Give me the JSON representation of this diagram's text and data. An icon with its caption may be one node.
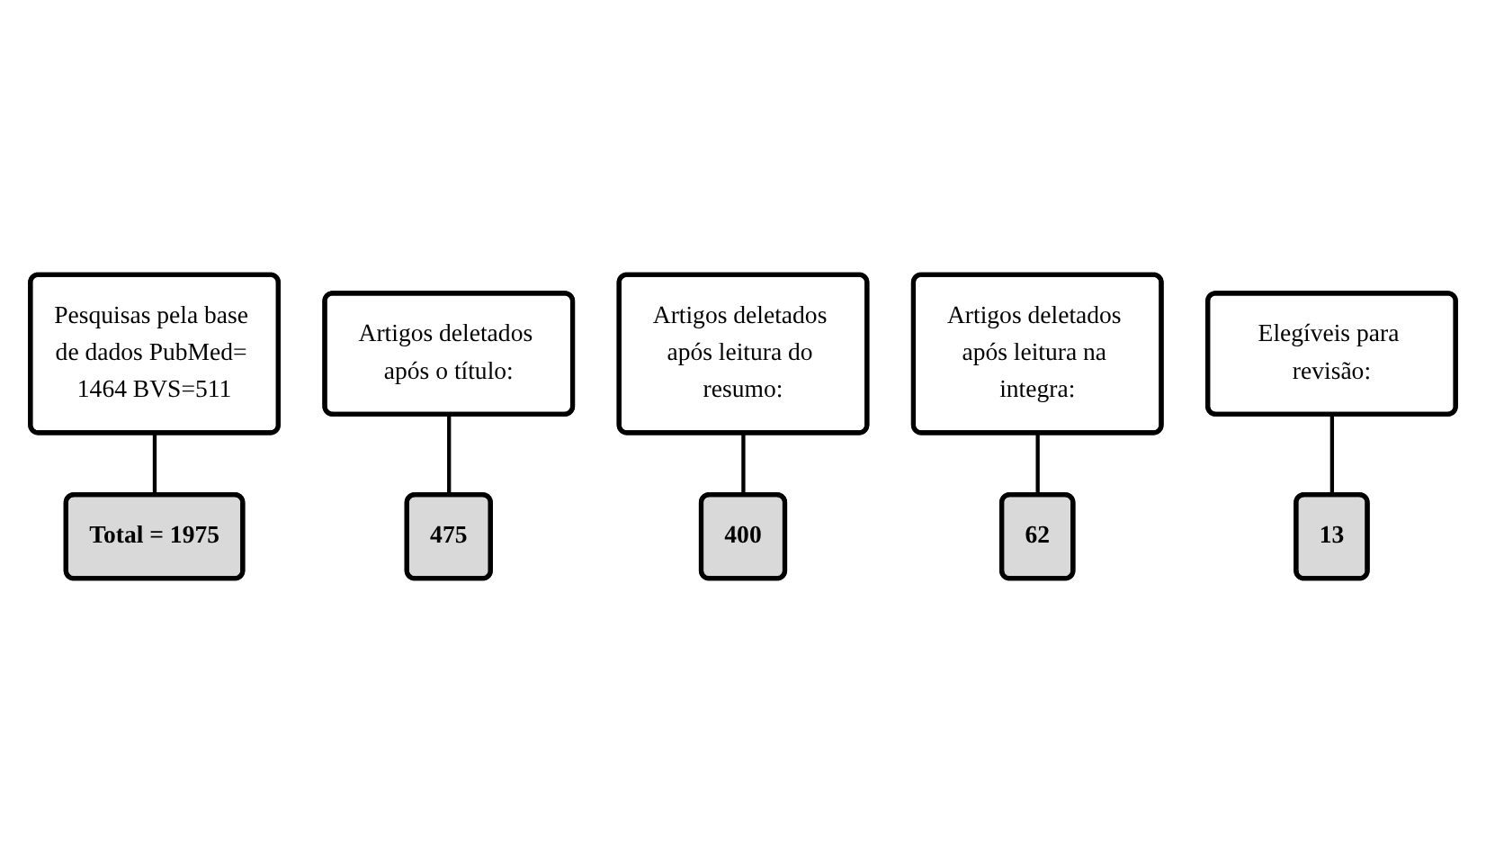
{
  "diagram": {
    "nodes": [
      {
        "text": [
          "Pesquisas pela base de dados PubMed= 1464 BVS=511"
        ]
      },
      {
        "text": [
          "Total = 1975"
        ]
      },
      {
        "text": [
          "Artigos deletados após o título:"
        ]
      },
      {
        "text": [
          "475"
        ]
      },
      {
        "text": [
          "Artigos deletados após leitura do resumo:"
        ]
      },
      {
        "text": [
          "400"
        ]
      },
      {
        "text": [
          "Artigos deletados após leitura na integra:"
        ]
      },
      {
        "text": [
          "62"
        ]
      },
      {
        "text": [
          "Elegíveis para revisão:"
        ]
      },
      {
        "text": [
          "13"
        ]
      }
    ],
    "edges": [
      {
        "from": 0,
        "to": 1,
        "arrow": "none"
      },
      {
        "from": 2,
        "to": 3,
        "arrow": "none"
      },
      {
        "from": 4,
        "to": 5,
        "arrow": "none"
      },
      {
        "from": 6,
        "to": 7,
        "arrow": "none"
      },
      {
        "from": 8,
        "to": 9,
        "arrow": "none"
      }
    ]
  }
}
